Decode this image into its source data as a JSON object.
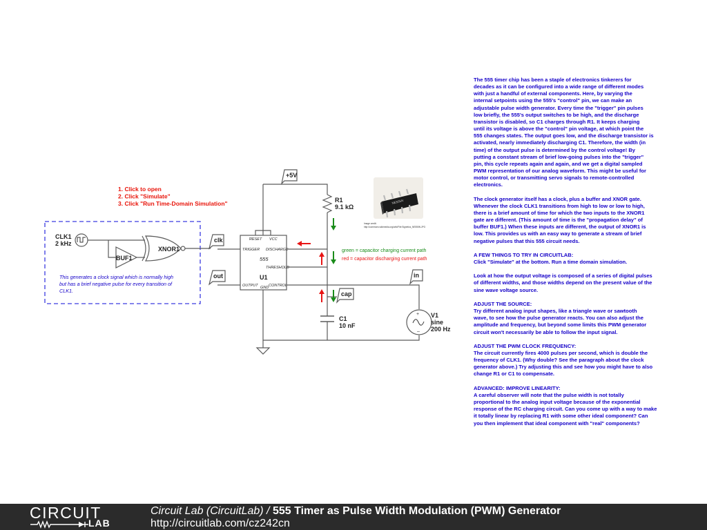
{
  "instructions": [
    "1. Click to open",
    "2. Click \"Simulate\"",
    "3. Click \"Run Time-Domain Simulation\""
  ],
  "components": {
    "clk1": {
      "name": "CLK1",
      "value": "2 kHz"
    },
    "buf1": "BUF1",
    "xnor1": "XNOR1",
    "u1": "U1",
    "chip": "555",
    "pins": {
      "reset": "RESET",
      "vcc": "VCC",
      "trigger": "TRIGGER",
      "discharge": "DISCHARGE",
      "threshold": "THRESHOLD",
      "output": "OUTPUT",
      "gnd": "GND",
      "control": "CONTROL"
    },
    "r1": {
      "name": "R1",
      "value": "9.1 kΩ"
    },
    "c1": {
      "name": "C1",
      "value": "10 nF"
    },
    "v1": {
      "name": "V1",
      "type": "sine",
      "value": "200 Hz"
    }
  },
  "net_labels": {
    "vcc": "+5V",
    "clk": "clk",
    "out": "out",
    "cap": "cap",
    "in": "in"
  },
  "note": "This generates a clock signal which is normally high but has a brief negative pulse for every transition of CLK1.",
  "legend": {
    "green": "green = capacitor charging current path",
    "red": "red = capacitor discharging current path"
  },
  "image_credit": {
    "label": "Image credit:",
    "url": "http://commons.wikimedia.org/wiki/File:Signetics_NE555N.JPG"
  },
  "description": [
    [
      "The 555 timer chip has been a staple of electronics tinkerers for",
      "decades as it can be configured into a wide range of different modes",
      "with just a handful of external components. Here, by varying the",
      "internal setpoints using the 555's \"control\" pin, we can make an",
      "adjustable pulse width generator. Every time the \"trigger\" pin pulses",
      "low briefly, the 555's output switches to be high, and the discharge",
      "transistor is disabled, so C1 charges through R1. It keeps charging",
      "until its voltage is above the \"control\" pin voltage, at which point the",
      "555 changes states. The output goes low, and the discharge transistor is",
      "activated, nearly immediately discharging C1. Therefore, the width (in",
      "time) of the output pulse is determined by the control voltage! By",
      "putting a constant stream of brief low-going pulses into the \"trigger\"",
      "pin, this cycle repeats again and again, and we get a digital sampled",
      "PWM representation of our analog waveform. This might be useful for",
      "motor control, or transmitting servo signals to remote-controlled",
      "electronics."
    ],
    [
      "The clock generator itself has a clock, plus a buffer and XNOR gate.",
      "Whenever the clock CLK1 transitions from high to low or low to high,",
      "there is a brief amount of time for which the two inputs to the XNOR1",
      "gate are different. (This amount of time is the \"propagation delay\" of",
      "buffer BUF1.) When these inputs are different, the output of XNOR1 is",
      "low. This provides us with an easy way to generate a stream of brief",
      "negative pulses that this 555 circuit needs."
    ],
    [
      "A FEW THINGS TO TRY IN CIRCUITLAB:",
      "Click \"Simulate\" at the bottom. Run a time domain simulation."
    ],
    [
      "Look at how the output voltage is composed of a series of digital pulses",
      "of different widths, and those widths depend on the present value of the",
      "sine wave voltage source."
    ],
    [
      "ADJUST THE SOURCE:",
      "Try different analog input shapes, like a triangle wave or sawtooth",
      "wave, to see how the pulse generator reacts. You can also adjust the",
      "amplitude and frequency, but beyond some limits this PWM generator",
      "circuit won't necessarily be able to follow the input signal."
    ],
    [
      "ADJUST THE PWM CLOCK FREQUENCY:",
      "The circuit currently fires 4000 pulses per second, which is double the",
      "frequency of CLK1. (Why double? See the paragraph about the clock",
      "generator above.) Try adjusting this and see how you might have to also",
      "change R1 or C1 to compensate."
    ],
    [
      "ADVANCED: IMPROVE LINEARITY:",
      "A careful observer will note that the pulse width is not totally",
      "proportional to the analog input voltage because of the exponential",
      "response of the RC charging circuit. Can you come up with a way to make",
      "it totally linear by replacing R1 with some other ideal component? Can",
      "you then implement that ideal component with \"real\" components?"
    ]
  ],
  "footer": {
    "logo_top": "CIRCUIT",
    "logo_bottom": "LAB",
    "title_italic": "Circuit Lab (CircuitLab) /",
    "title_bold": "555 Timer as Pulse Width Modulation (PWM) Generator",
    "url": "http://circuitlab.com/cz242cn"
  },
  "colors": {
    "description_text": "#1400c8",
    "instructions": "#e8140a",
    "note": "#1400c8",
    "charge_arrow": "#1a8c1a",
    "discharge_arrow": "#e81414",
    "footer_bg": "#2b2b2b",
    "dashed_box": "#3a3ae0"
  }
}
